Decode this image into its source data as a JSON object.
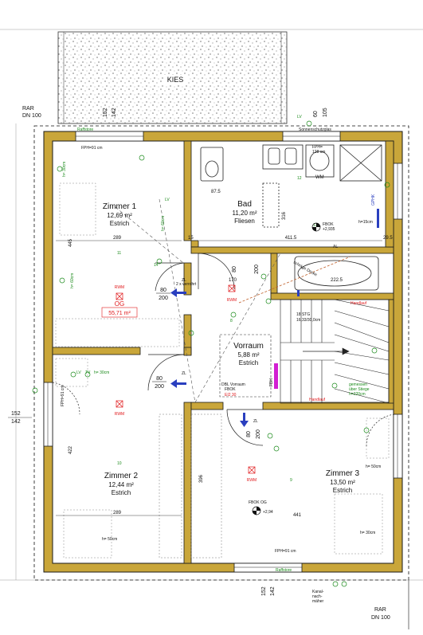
{
  "site": {
    "kies": "KIES",
    "rar_top": "RAR",
    "dn_top": "DN 100",
    "rar_bottom": "RAR",
    "dn_bottom": "DN 100"
  },
  "dims": {
    "top_a": "152",
    "top_b": "142",
    "top_c": "60",
    "top_d": "105",
    "left_a": "152",
    "left_b": "142",
    "bottom_a": "152",
    "bottom_b": "142",
    "d_445": "445",
    "d_289_top": "289",
    "d_289_bot": "289",
    "d_87": "87.5",
    "d_411": "411.5",
    "d_29": "29.5",
    "d_15": "15",
    "d_222": "222.5",
    "d_170": "170",
    "d_422": "422",
    "d_396": "396",
    "d_441": "441",
    "d_316": "316"
  },
  "labels": {
    "raffstore_tl": "Raffstore",
    "sonnenschutz": "Sonnenschutzglas",
    "raffstore_bot": "Raffstore",
    "fph_tl": "FPH=91 cm",
    "fph_tr": "FPH=",
    "fph_tr2": "128 cm",
    "fph_left": "FPH=91 cm",
    "fph_bot": "FPH=91 cm",
    "wm": "WM",
    "al": "AL",
    "handlauf_r": "Handlauf",
    "handlauf_l": "Handlauf",
    "stg": "18 STG",
    "stg2": "16,33/30,0cm",
    "gemessen": "gemessen",
    "gemessen2": "über Stiege",
    "gemessen3": "h=220cm",
    "fbh": "FBH",
    "gphk": "GPHK",
    "dbl": "DBL Vorraum",
    "dbl2": "FBOK",
    "el": "EI2 30",
    "kanal": "Kanal-",
    "kanal2": "nach-",
    "kanal3": "mäher",
    "schraeg": "schräge Decke",
    "h_15": "h=15cm",
    "h_30_z1": "h= 30cm",
    "h_60_z1": "h= 60cm",
    "h_60_z1b": "h= 60cm",
    "h_30_z2": "h= 30cm",
    "h_50_z2": "h= 50cm",
    "h_50_z3": "h= 50cm",
    "h_30_z3": "h= 30cm",
    "lv_z1": "LV",
    "lv_z2": "LV",
    "tv_z2": "TV",
    "lv_bad": "LV",
    "r11": "11",
    "r10": "10",
    "r9": "9",
    "r8": "8",
    "r12": "12",
    "r13": "13",
    "r14": "14",
    "verrohrt": "2 x verrohrt"
  },
  "rooms": {
    "z1_name": "Zimmer 1",
    "z1_area": "12,69 m²",
    "z1_floor": "Estrich",
    "bad_name": "Bad",
    "bad_area": "11,20 m²",
    "bad_floor": "Fliesen",
    "vr_name": "Vorraum",
    "vr_area": "5,88 m²",
    "vr_floor": "Estrich",
    "z2_name": "Zimmer 2",
    "z2_area": "12,44 m²",
    "z2_floor": "Estrich",
    "z3_name": "Zimmer 3",
    "z3_area": "13,50 m²",
    "z3_floor": "Estrich"
  },
  "og": {
    "label": "OG",
    "area": "55,71 m²",
    "rwm": "RWM"
  },
  "doors": {
    "d1_w": "80",
    "d1_h": "200",
    "d1_zl": "ZL",
    "d2_w": "80",
    "d2_h": "200",
    "d2_zl": "ZL",
    "d3_w": "80",
    "d3_h": "200",
    "d3_zl": "ZL",
    "d4_w": "80",
    "d4_h": "200",
    "d4_zl": "ZL"
  },
  "fbok": {
    "bad": "FBOK",
    "bad_v": "+2,935",
    "og": "FBOK OG",
    "og_v": "+2,94"
  },
  "colors": {
    "wall": "#c9a63a",
    "wall_stroke": "#1a1a1a",
    "red": "#e0181b",
    "green": "#1a8a1a",
    "blue": "#2a3fbf",
    "magenta": "#d21fd2"
  }
}
